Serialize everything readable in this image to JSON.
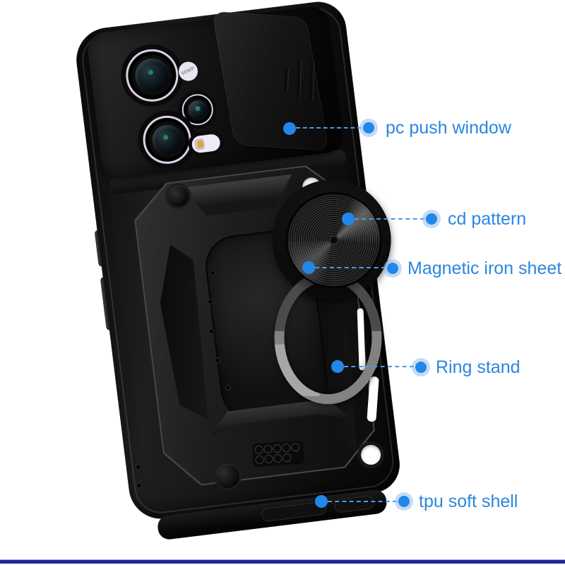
{
  "product": {
    "camera_badge_label": "50MP"
  },
  "callouts": {
    "text_color": "#2B86E0",
    "dot_color": "#2287E8",
    "halo_color": "#A9CDF2",
    "line_style": "dashed",
    "items": [
      {
        "label": "pc push window"
      },
      {
        "label": "cd pattern"
      },
      {
        "label": "Magnetic iron sheet"
      },
      {
        "label": "Ring stand"
      },
      {
        "label": "tpu soft shell"
      }
    ]
  },
  "footer": {
    "divider_color": "#1B1D96"
  }
}
